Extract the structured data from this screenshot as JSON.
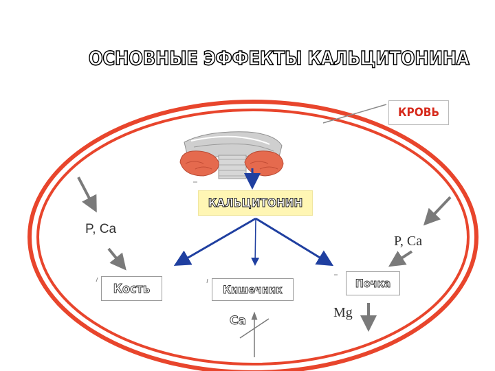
{
  "title": "ОСНОВНЫЕ ЭФФЕКТЫ КАЛЬЦИТОНИНА",
  "labels": {
    "blood": "КРОВЬ",
    "calcitonin": "КАЛЬЦИТОНИН",
    "pca_left": "P, Ca",
    "pca_right": "P, Ca",
    "bone": "Кость",
    "intestine": "Кишечник",
    "kidney": "Почка",
    "ca": "Ca",
    "mg": "Mg"
  },
  "colors": {
    "vessel": "#e8452c",
    "blue_arrow": "#1f3fa0",
    "grey_arrow": "#7a7a7a",
    "calcitonin_box": "#fff6b4"
  },
  "icons": {
    "thyroid": "thyroid-gland-illustration"
  }
}
